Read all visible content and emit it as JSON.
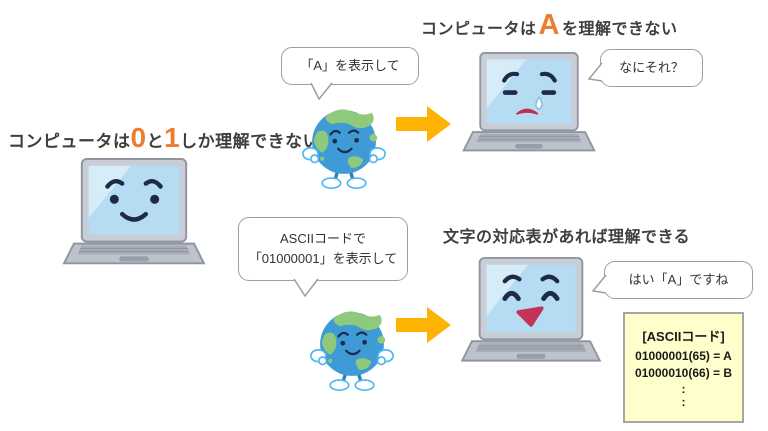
{
  "titles": {
    "left": {
      "pre": "コンピュータは",
      "zero": "0",
      "and": "と",
      "one": "1",
      "post": "しか理解できない"
    },
    "top_right": {
      "pre": "コンピュータは",
      "a": "A",
      "post": "を理解できない"
    },
    "bottom_right": "文字の対応表があれば理解できる"
  },
  "bubbles": {
    "display_a": "「A」を表示して",
    "what_is_it": "なにそれ？",
    "ascii_line1": "ASCIIコードで",
    "ascii_line2": "「01000001」を表示して",
    "yes_a": "はい「A」ですね"
  },
  "ascii_box": {
    "header": "[ASCIIコード]",
    "rows": [
      "01000001(65) = A",
      "01000010(66) = B"
    ],
    "dots": [
      ":",
      ":"
    ]
  },
  "icons": {
    "earth": "earth-character-icon",
    "arrow": "arrow-right-icon",
    "laptop_happy": "laptop-happy-face-icon",
    "laptop_sad": "laptop-crying-face-icon",
    "laptop_delighted": "laptop-delighted-face-icon"
  },
  "colors": {
    "accent_orange": "#ED7D31",
    "title_gray": "#3F3F3F",
    "arrow_yellow": "#FDB301",
    "bubble_border": "#98A0A6",
    "screen_blue": "#B5DCF2",
    "laptop_gray": "#C2C7D0",
    "earth_blue": "#3E9BD6",
    "earth_green": "#8FCA7C",
    "mouth_red": "#C2335A",
    "ascii_box_bg": "#FFFFCC",
    "ascii_box_border": "#A6A6A6"
  }
}
